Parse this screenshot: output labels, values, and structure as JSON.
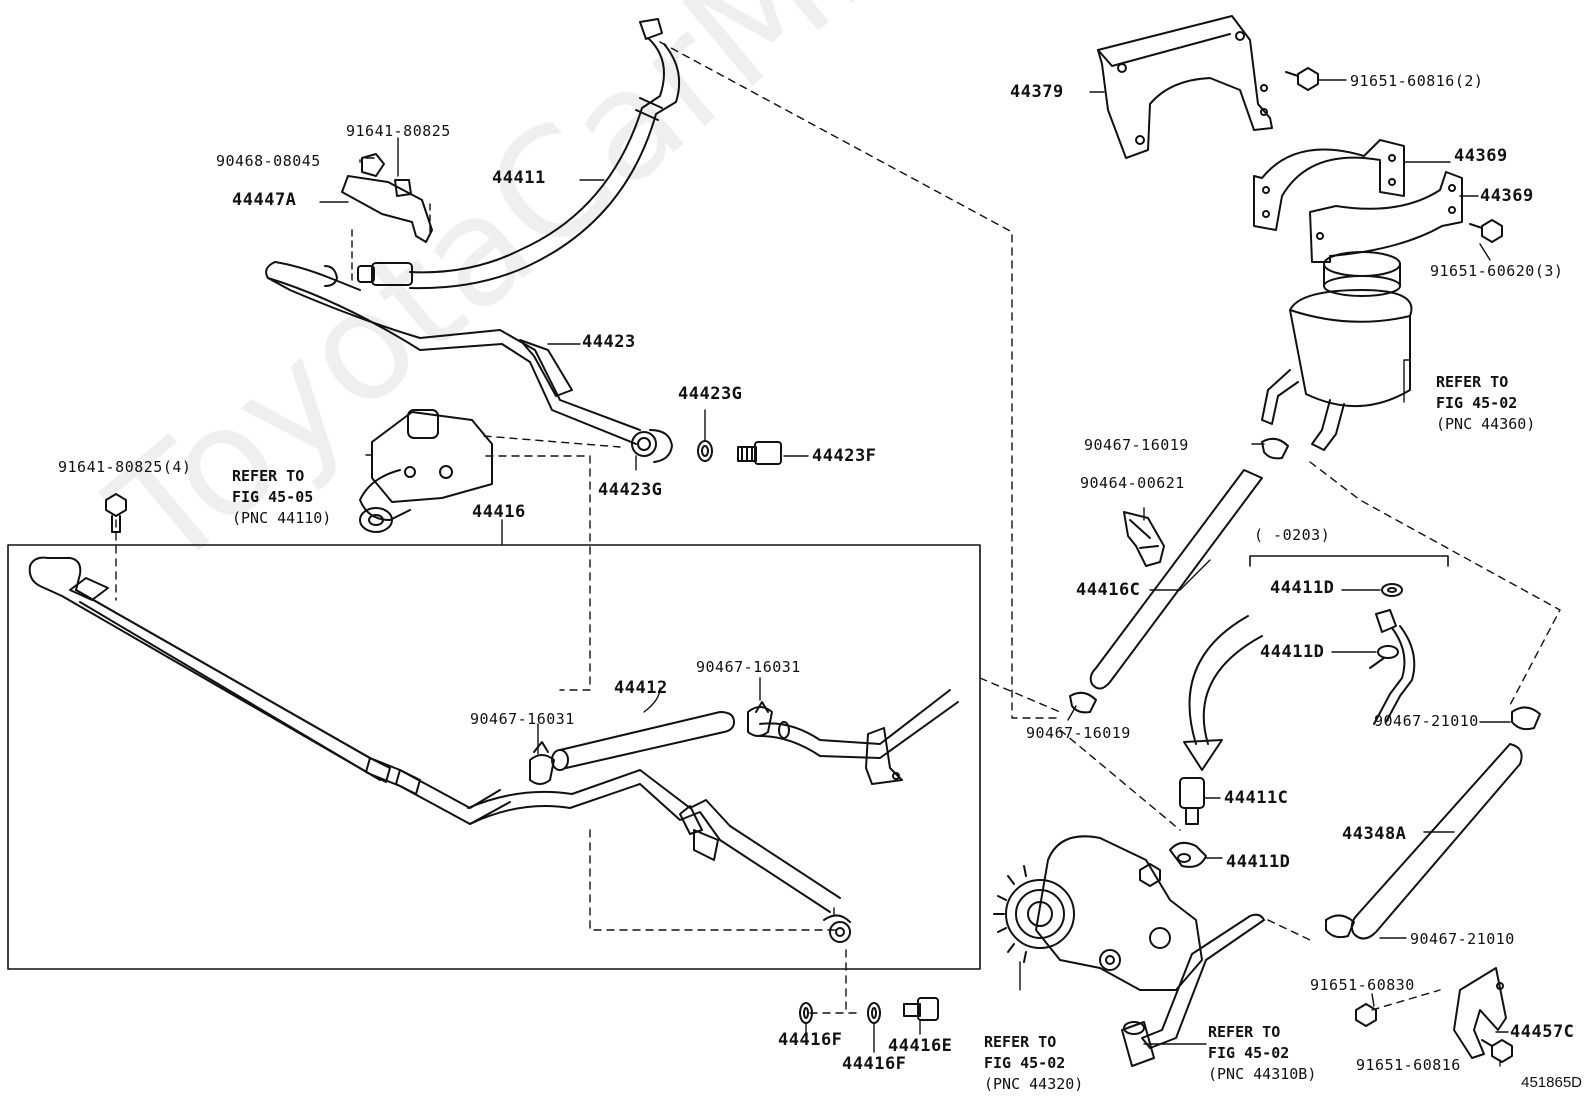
{
  "watermark": "ToyotaCarMine.ru",
  "diagram_code": "451865D",
  "date_range": "(      -0203)",
  "parts": {
    "p44379": "44379",
    "p91651_60816_2": "91651-60816(2)",
    "p44369_a": "44369",
    "p44369_b": "44369",
    "p91651_60620_3": "91651-60620(3)",
    "p44411": "44411",
    "p91641_80825": "91641-80825",
    "p90468_08045": "90468-08045",
    "p44447A": "44447A",
    "p44423": "44423",
    "p44423G_a": "44423G",
    "p44423G_b": "44423G",
    "p44423F": "44423F",
    "p91641_80825_4": "91641-80825(4)",
    "p44416": "44416",
    "p90467_16019_a": "90467-16019",
    "p90464_00621": "90464-00621",
    "p44416C": "44416C",
    "p44411D_a": "44411D",
    "p44411D_b": "44411D",
    "p44411D_c": "44411D",
    "p90467_16031_a": "90467-16031",
    "p90467_16031_b": "90467-16031",
    "p44412": "44412",
    "p90467_16019_b": "90467-16019",
    "p90467_21010_a": "90467-21010",
    "p90467_21010_b": "90467-21010",
    "p44411C": "44411C",
    "p44348A": "44348A",
    "p91651_60830": "91651-60830",
    "p44457C": "44457C",
    "p91651_60816": "91651-60816",
    "p44416F_a": "44416F",
    "p44416F_b": "44416F",
    "p44416E": "44416E"
  },
  "refs": {
    "r1": {
      "l1": "REFER TO",
      "l2": "FIG 45-02",
      "l3": "(PNC 44360)"
    },
    "r2": {
      "l1": "REFER TO",
      "l2": "FIG 45-05",
      "l3": "(PNC 44110)"
    },
    "r3": {
      "l1": "REFER TO",
      "l2": "FIG 45-02",
      "l3": "(PNC 44320)"
    },
    "r4": {
      "l1": "REFER TO",
      "l2": "FIG 45-02",
      "l3": "(PNC 44310B)"
    }
  }
}
